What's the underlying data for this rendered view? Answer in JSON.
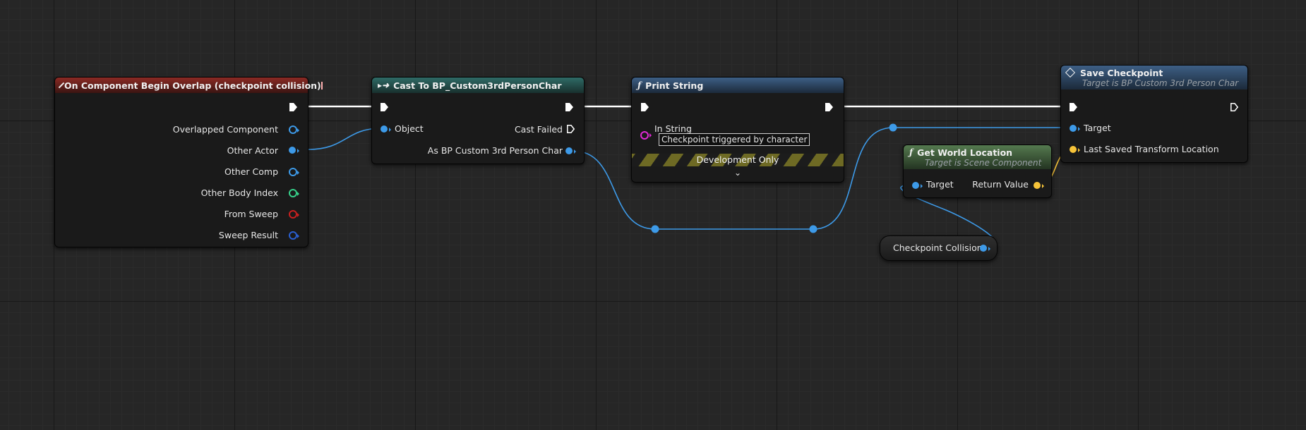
{
  "colors": {
    "object_pin": "#3d9ae8",
    "exec_pin": "#ffffff",
    "string_pin": "#e12ad6",
    "vector_pin": "#f7c439",
    "int_pin": "#37d08a",
    "bool_pin": "#c9201f",
    "struct_pin": "#2a5fd0"
  },
  "nodes": {
    "overlap_event": {
      "title": "On Component Begin Overlap (checkpoint collision)",
      "pins": {
        "overlapped_component": "Overlapped Component",
        "other_actor": "Other Actor",
        "other_comp": "Other Comp",
        "other_body_index": "Other Body Index",
        "from_sweep": "From Sweep",
        "sweep_result": "Sweep Result"
      }
    },
    "cast": {
      "title": "Cast To BP_Custom3rdPersonChar",
      "pins": {
        "object": "Object",
        "cast_failed": "Cast Failed",
        "as_char": "As BP Custom 3rd Person Char"
      }
    },
    "print_string": {
      "title": "Print String",
      "pins": {
        "in_string": "In String"
      },
      "in_string_value": "Checkpoint triggered by character",
      "development_only": "Development Only"
    },
    "save_checkpoint": {
      "title": "Save Checkpoint",
      "subtitle": "Target is BP Custom 3rd Person Char",
      "pins": {
        "target": "Target",
        "last_saved": "Last Saved Transform Location"
      }
    },
    "get_world_location": {
      "title": "Get World Location",
      "subtitle": "Target is Scene Component",
      "pins": {
        "target": "Target",
        "return_value": "Return Value"
      }
    },
    "checkpoint_collision": {
      "label": "Checkpoint Collision"
    }
  }
}
